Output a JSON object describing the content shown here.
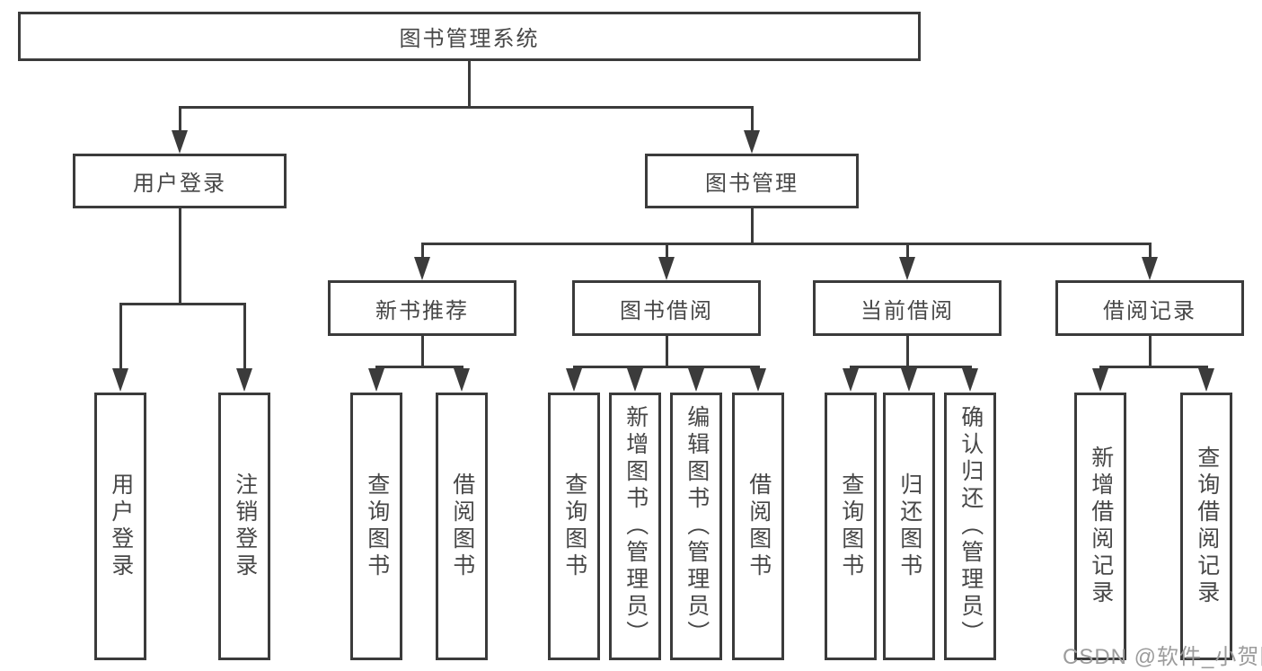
{
  "root": {
    "label": "图书管理系统"
  },
  "user_login": {
    "label": "用户登录",
    "children": [
      {
        "label": "用户登录"
      },
      {
        "label": "注销登录"
      }
    ]
  },
  "book_mgmt": {
    "label": "图书管理",
    "groups": [
      {
        "label": "新书推荐",
        "children": [
          {
            "label": "查询图书"
          },
          {
            "label": "借阅图书"
          }
        ]
      },
      {
        "label": "图书借阅",
        "children": [
          {
            "label": "查询图书"
          },
          {
            "label": "新增图书（管理员）"
          },
          {
            "label": "编辑图书（管理员）"
          },
          {
            "label": "借阅图书"
          }
        ]
      },
      {
        "label": "当前借阅",
        "children": [
          {
            "label": "查询图书"
          },
          {
            "label": "归还图书"
          },
          {
            "label": "确认归还（管理员）"
          }
        ]
      },
      {
        "label": "借阅记录",
        "children": [
          {
            "label": "新增借阅记录"
          },
          {
            "label": "查询借阅记录"
          }
        ]
      }
    ]
  },
  "watermark": "CSDN @软件_小贺同学",
  "colors": {
    "line": "#3b3b3b",
    "text": "#474747",
    "watermark": "#9c9c9c"
  }
}
